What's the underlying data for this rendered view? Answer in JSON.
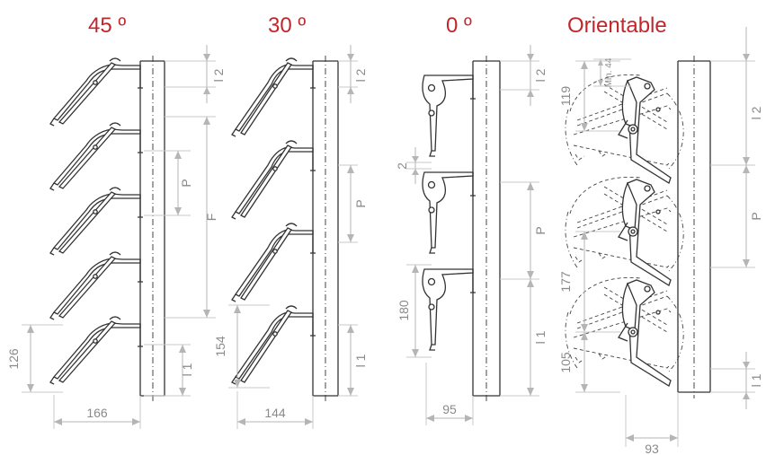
{
  "titles": {
    "t45": "45 º",
    "t30": "30 º",
    "t0": "0 º",
    "orientable": "Orientable"
  },
  "dims": {
    "d45": {
      "l2": "l 2",
      "p": "P",
      "f": "F",
      "h": "126",
      "w": "166",
      "l1": "l 1"
    },
    "d30": {
      "l2": "l 2",
      "p": "P",
      "h": "154",
      "w": "144",
      "l1": "l 1"
    },
    "d0": {
      "l2": "l 2",
      "gap": "2",
      "p": "P",
      "h": "180",
      "w": "95",
      "l1": "l 1"
    },
    "dor": {
      "min": "Min. 44",
      "h119": "119",
      "l2": "l 2",
      "p": "P",
      "h177": "177",
      "h105": "105",
      "w": "93",
      "l1": "l 1"
    }
  }
}
